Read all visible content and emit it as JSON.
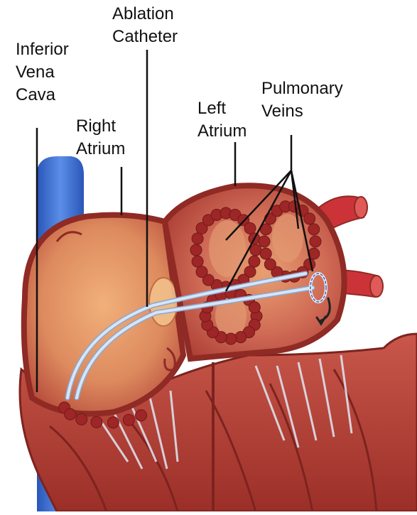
{
  "labels": {
    "ablation_catheter": [
      "Ablation",
      "Catheter"
    ],
    "inferior_vena_cava": [
      "Inferior",
      "Vena",
      "Cava"
    ],
    "right_atrium": [
      "Right",
      "Atrium"
    ],
    "left_atrium": [
      "Left",
      "Atrium"
    ],
    "pulmonary_veins": [
      "Pulmonary",
      "Veins"
    ]
  },
  "colors": {
    "vena_cava": "#3a6fd1",
    "atrium_wall": "#8f2a25",
    "atrium_interior": "#d9855a",
    "left_atrium_interior": "#c55a4c",
    "muscle": "#b24236",
    "ablation_dots": "#9e2626",
    "vessel": "#cc3338",
    "catheter": "#bcd3ee",
    "leader_line": "#111111"
  }
}
